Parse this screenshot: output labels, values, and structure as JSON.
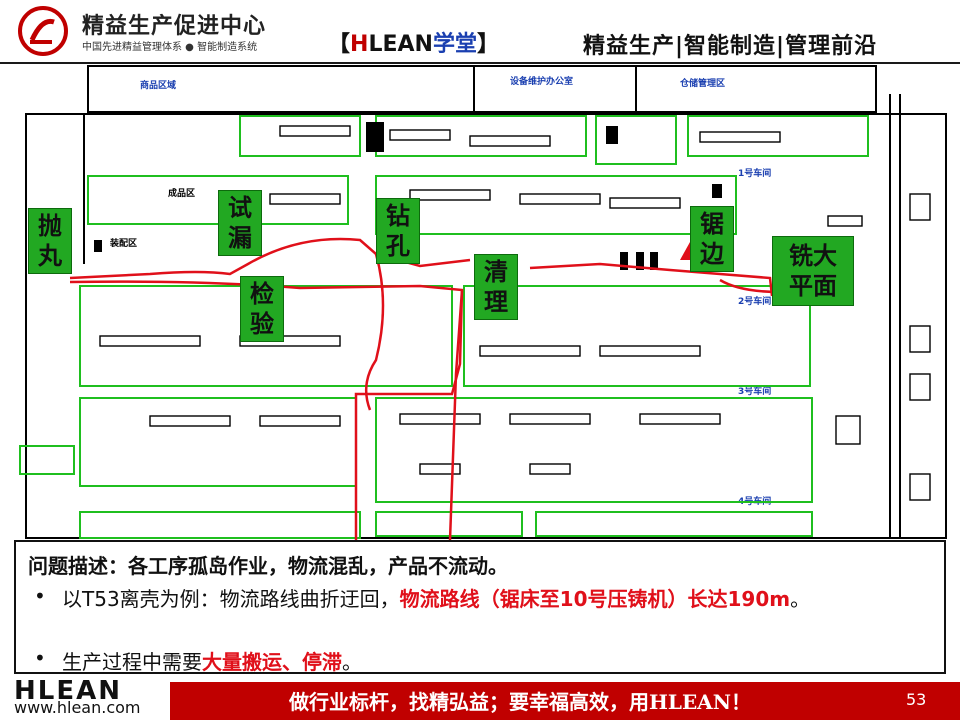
{
  "header": {
    "logo_title": "精益生产促进中心",
    "logo_sub": "中国先进精益管理体系 ● 智能制造系统",
    "brand_open": "【",
    "brand_h": "H",
    "brand_lean": "LEAN",
    "brand_xt": "学堂",
    "brand_close": "】",
    "tagline": "精益生产|智能制造|管理前沿"
  },
  "floorplan": {
    "zone_labels": [
      "商品区域",
      "设备维护办公室",
      "仓储管理区",
      "成品区",
      "装配区",
      "1号车间",
      "2号车间",
      "3号车间",
      "4号车间"
    ],
    "process_labels": {
      "throw": "抛丸",
      "trial": "试漏",
      "inspect": "检验",
      "drill": "钻孔",
      "clean": "清理",
      "saw": "锯边",
      "mill": "铣大平面"
    },
    "colors": {
      "label_bg": "#22a822",
      "route": "#e0101a",
      "walls": "#000000",
      "areas": "#1fbf1f"
    }
  },
  "problem": {
    "title": "问题描述：各工序孤岛作业，物流混乱，产品不流动。",
    "bullet": "•",
    "line2_a": "以T53离壳为例：物流路线曲折迂回，",
    "line2_b": "物流路线（锯床至10号压铸机）长达190m",
    "line2_c": "。",
    "line3_a": "生产过程中需要",
    "line3_b": "大量搬运、停滞",
    "line3_c": "。"
  },
  "footer": {
    "slogan": "做行业标杆，找精弘益；要幸福高效，用HLEAN！",
    "page": "53",
    "logo": "HLEAN",
    "url": "www.hlean.com"
  }
}
